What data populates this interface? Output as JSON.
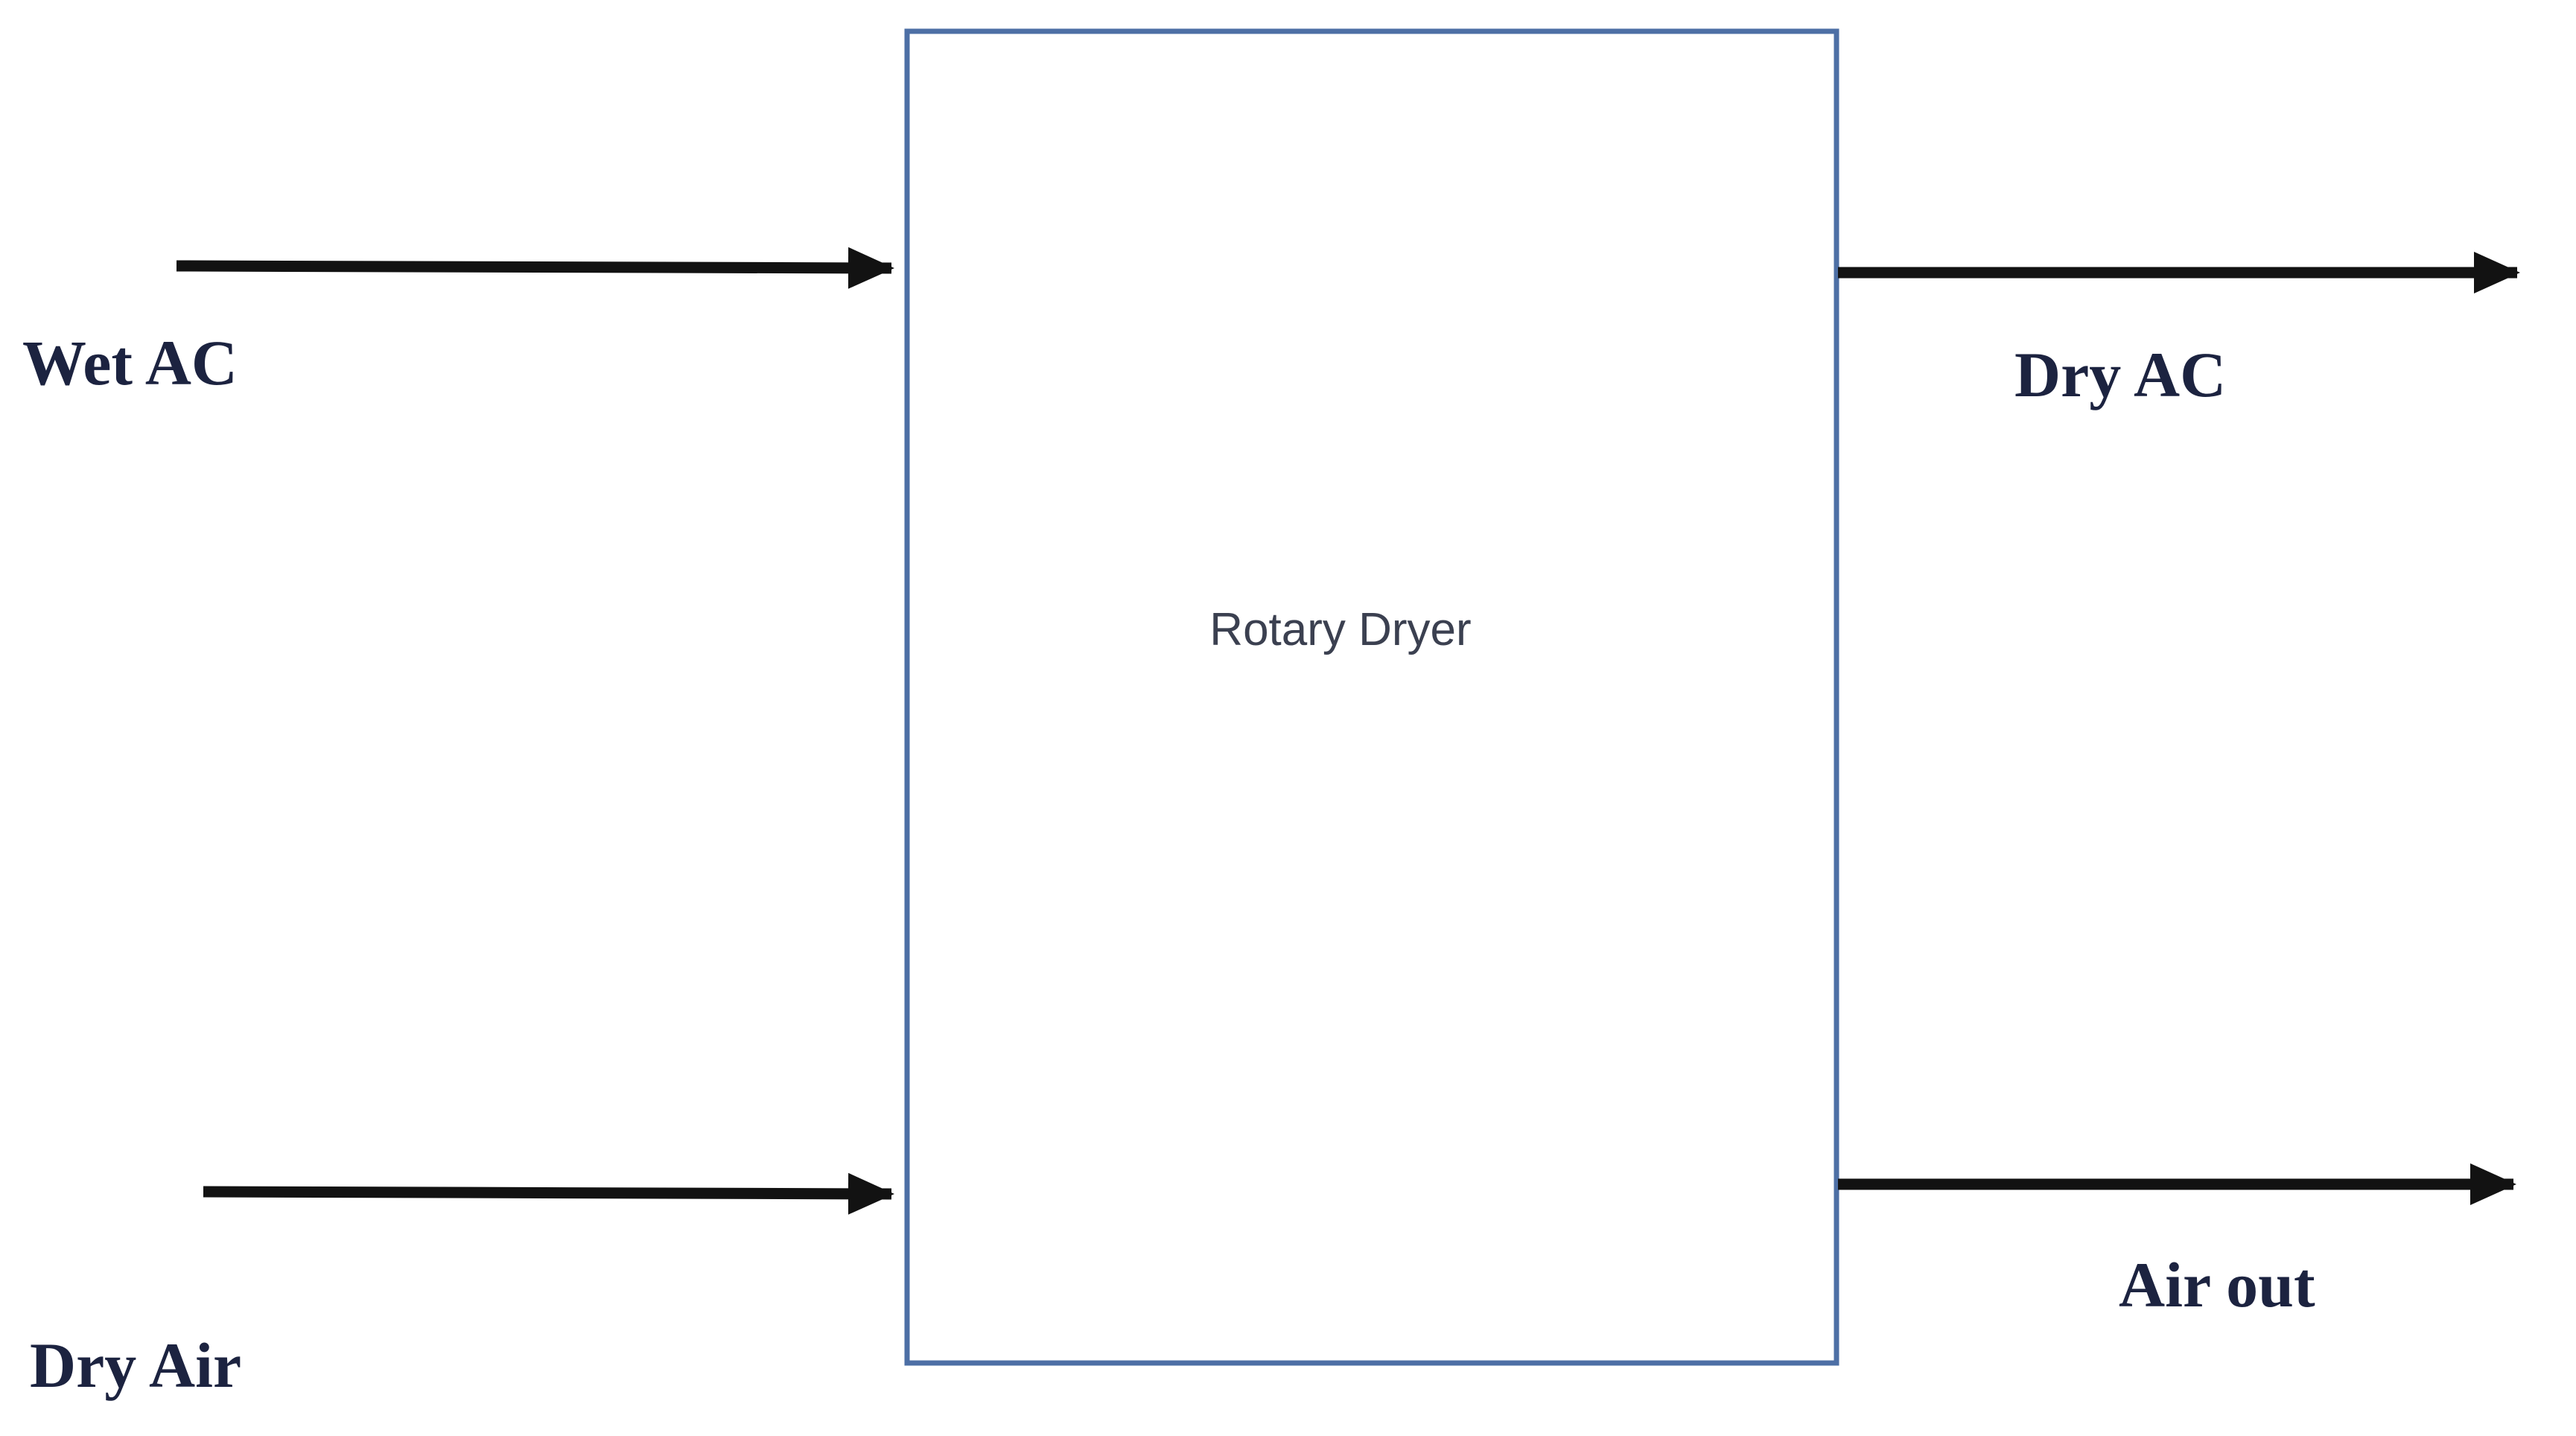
{
  "diagram_type": "block-flow-diagram",
  "block": {
    "label": "Rotary Dryer"
  },
  "streams": [
    {
      "label": "Wet AC",
      "direction": "inlet",
      "position": "top-left"
    },
    {
      "label": "Dry Air",
      "direction": "inlet",
      "position": "bottom-left"
    },
    {
      "label": "Dry AC",
      "direction": "outlet",
      "position": "top-right"
    },
    {
      "label": "Air out",
      "direction": "outlet",
      "position": "bottom-right"
    }
  ],
  "colors": {
    "background": "#ffffff",
    "arrow": "#121212",
    "block_border": "#4d6fa5",
    "block_fill": "#ffffff",
    "stream_label_text": "#1c2340",
    "block_label_text": "#3b4050"
  }
}
